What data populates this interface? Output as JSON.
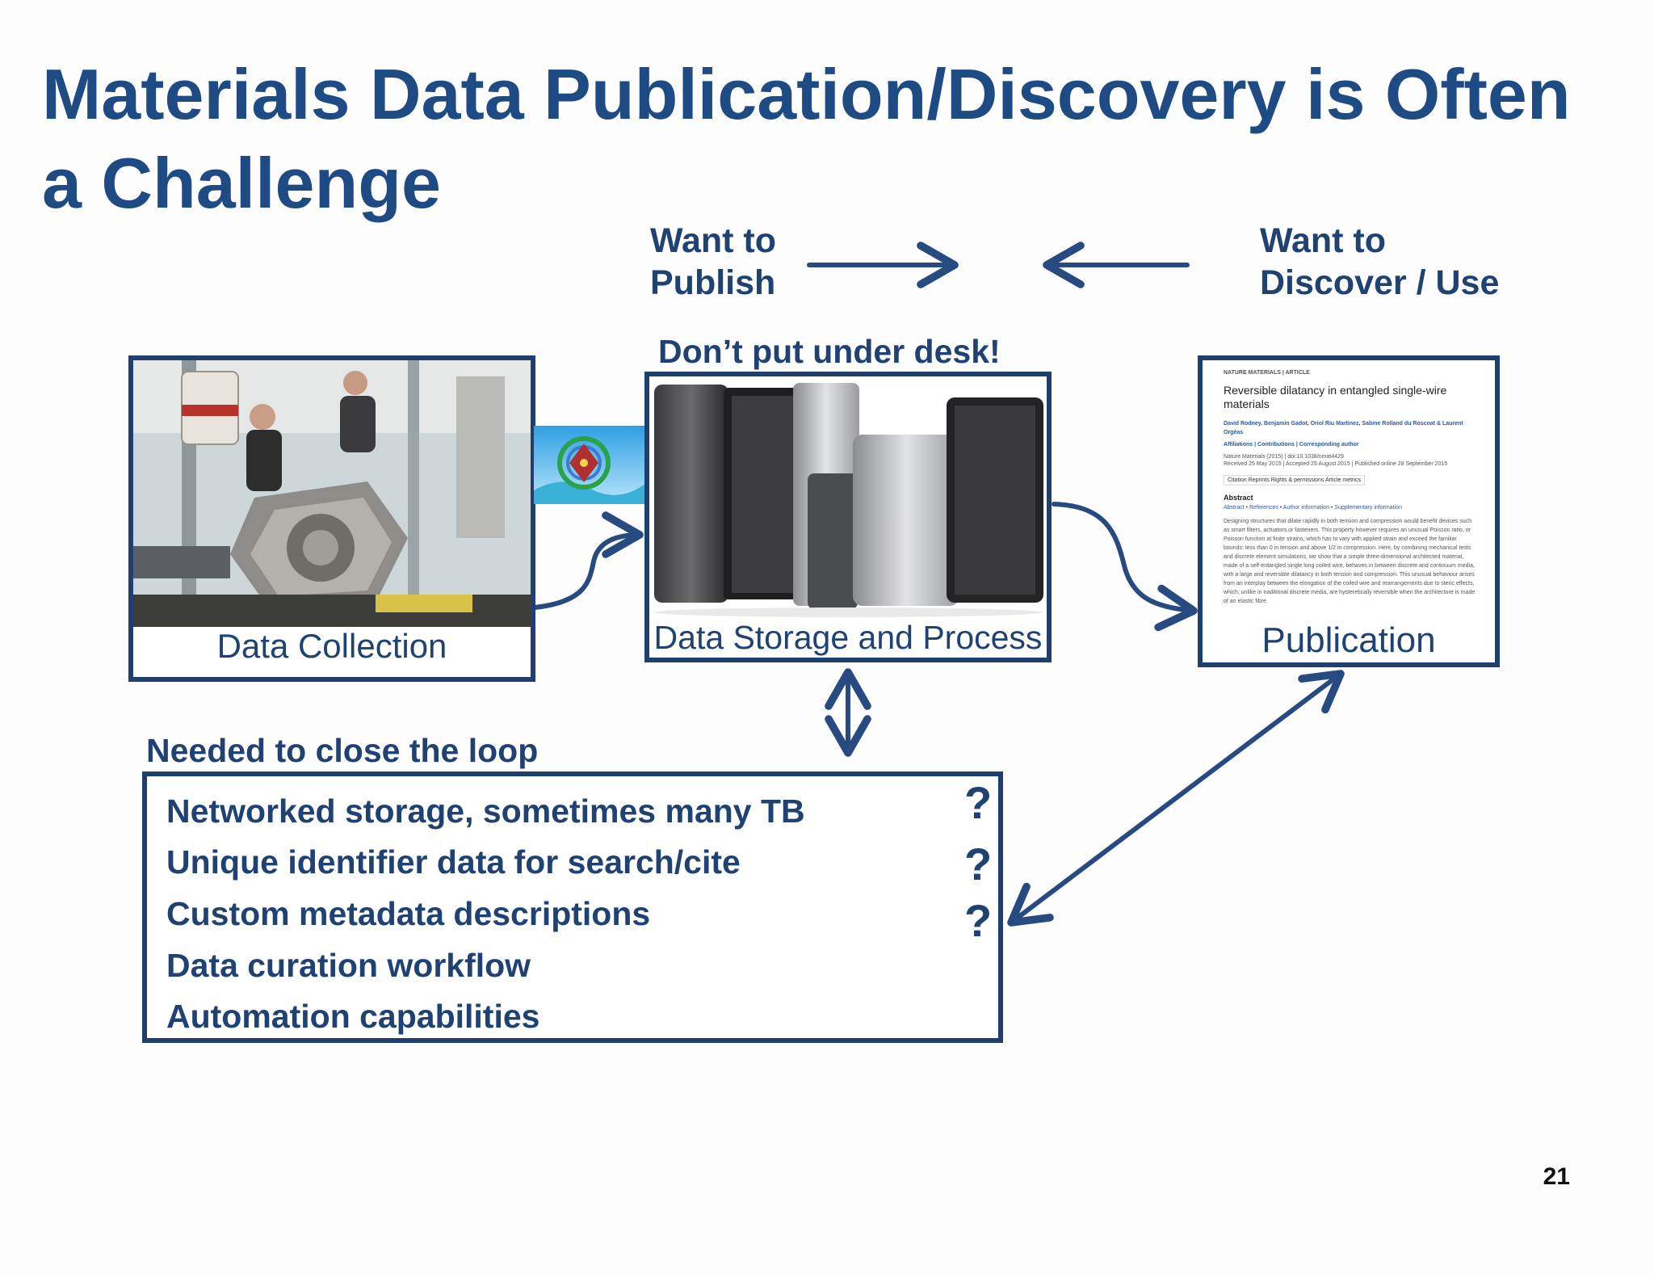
{
  "slide": {
    "title": "Materials Data Publication/Discovery is Often a Challenge",
    "page_number": "21"
  },
  "flow": {
    "want_publish": [
      "Want to",
      "Publish"
    ],
    "want_discover": [
      "Want to",
      "Discover / Use"
    ],
    "desk_note": "Don’t put under desk!"
  },
  "stages": {
    "collection": "Data Collection",
    "storage": "Data Storage and Process",
    "publication": "Publication"
  },
  "paper": {
    "journal": "NATURE MATERIALS | ARTICLE",
    "title": "Reversible dilatancy in entangled single-wire materials",
    "authors": "David Rodney, Benjamin Gadot, Oriol Riu Martinez, Sabine Rolland du Roscoat & Laurent Orgéas",
    "links": "Affiliations | Contributions | Corresponding author",
    "citation": "Nature Materials (2015) | doi:10.1038/nmat4429",
    "dates": "Received 25 May 2015 | Accepted 25 August 2015 | Published online 28 September 2015",
    "actions": "Citation   Reprints   Rights & permissions   Article metrics",
    "abstract_heading": "Abstract",
    "abstract_nav": "Abstract • References • Author information • Supplementary information",
    "abstract_text": [
      "Designing structures that dilate rapidly in both tension and compression would benefit devices such",
      "as smart filters, actuators or fasteners. This property however requires an unusual Poisson ratio, or",
      "Poisson function at finite strains, which has to vary with applied strain and exceed the familiar",
      "bounds: less than 0 in tension and above 1/2 in compression. Here, by combining mechanical tests",
      "and discrete element simulations, we show that a simple three-dimensional architected material,",
      "made of a self-entangled single long coiled wire, behaves in between discrete and continuum media,",
      "with a large and reversible dilatancy in both tension and compression. This unusual behaviour arises",
      "from an interplay between the elongation of the coiled wire and rearrangements due to steric effects,",
      "which, unlike in traditional discrete media, are hysteretically reversible when the architecture is made",
      "of an elastic fibre."
    ]
  },
  "loop": {
    "heading": "Needed to close the loop",
    "items": [
      "Networked storage, sometimes many TB",
      "Unique identifier data for search/cite",
      "Custom metadata descriptions",
      "Data curation workflow",
      "Automation capabilities"
    ],
    "question_marks": [
      "?",
      "?",
      "?"
    ]
  },
  "colors": {
    "title": "#1f4b84",
    "text": "#1f4273",
    "border": "#1f3f70",
    "arrow": "#274a80"
  }
}
